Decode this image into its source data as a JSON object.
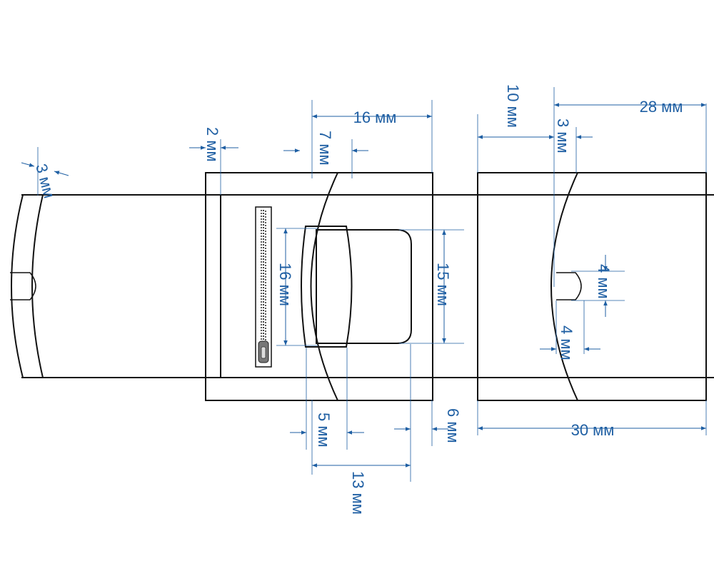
{
  "colors": {
    "dimension": "#1f5fa3",
    "outline": "#111111",
    "background": "#ffffff"
  },
  "labels": {
    "seam_left": "3 мм",
    "band": "2 мм",
    "pocket_top": "16 мм",
    "flap_curve": "7 мм",
    "zip_height": "16 мм",
    "pocket_height": "15 мм",
    "flap_bottom": "5 мм",
    "right_margin": "6 мм",
    "pocket_width": "13 мм",
    "right_offset": "10 мм",
    "right_curve": "3 мм",
    "right_total": "28 мм",
    "tab_height": "4 мм",
    "tab_width": "4 мм",
    "right_width": "30 мм"
  }
}
